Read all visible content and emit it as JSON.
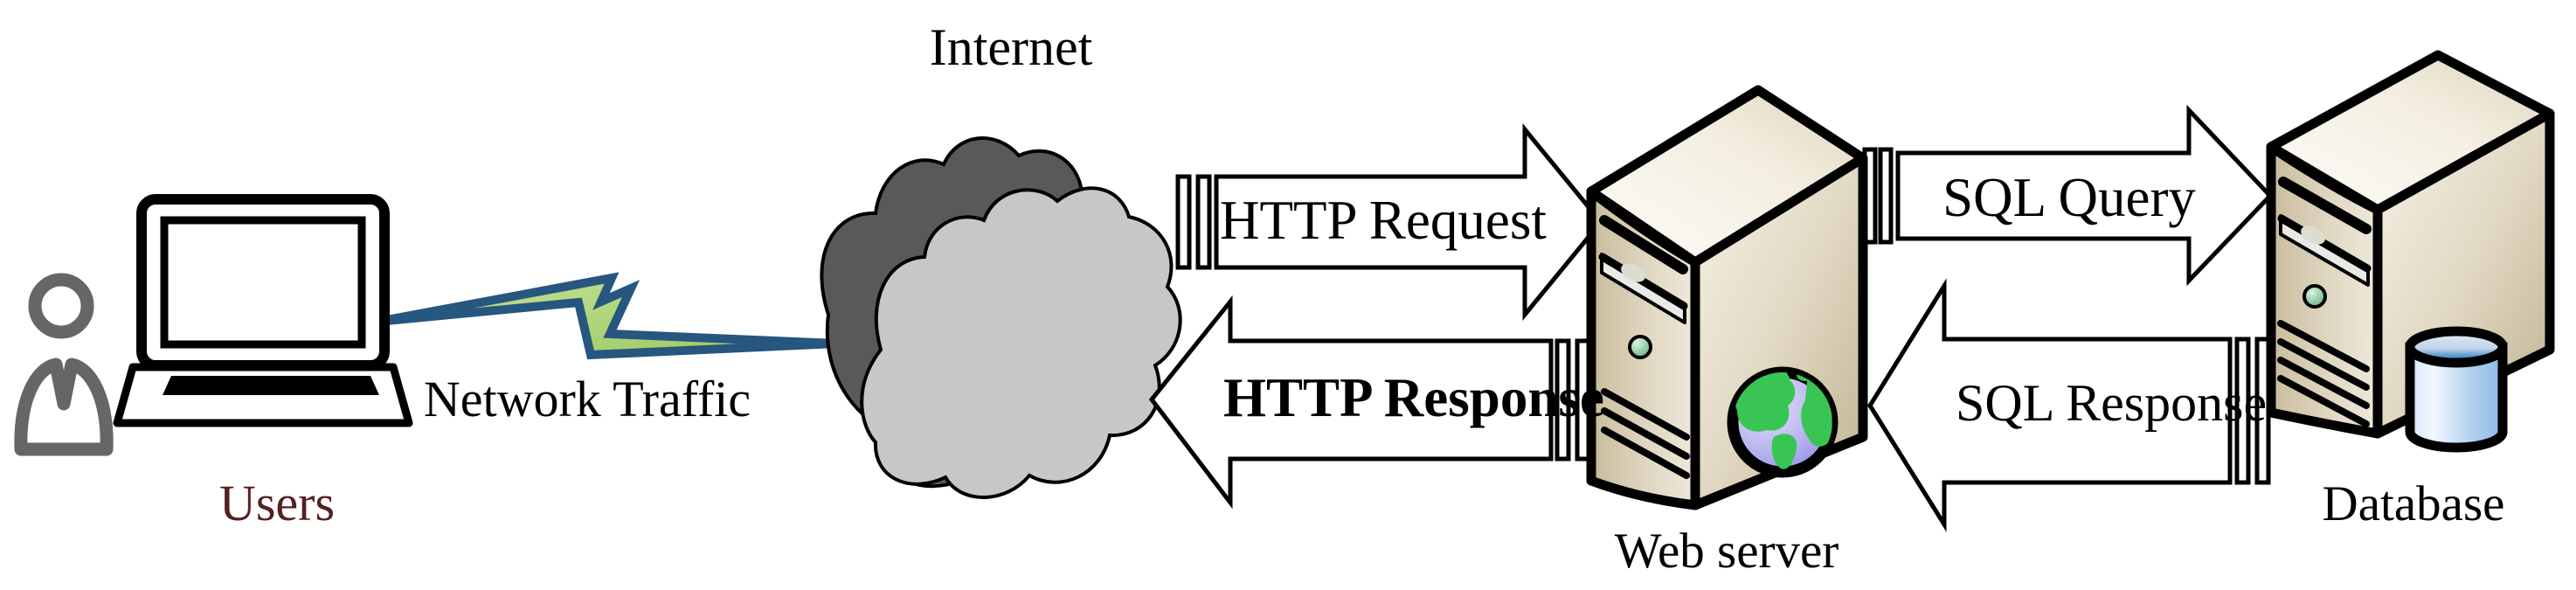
{
  "diagram_title": "Web application network traffic diagram",
  "nodes": {
    "users": {
      "label": "Users",
      "icon": "person-and-laptop-icon"
    },
    "internet": {
      "label": "Internet",
      "icon": "cloud-icon"
    },
    "web_server": {
      "label": "Web server",
      "icon": "server-tower-globe-icon"
    },
    "database": {
      "label": "Database",
      "icon": "server-tower-cylinder-icon"
    }
  },
  "link": {
    "label": "Network Traffic",
    "icon": "lightning-bolt-icon"
  },
  "arrows": {
    "http_request": {
      "label": "HTTP Request",
      "direction": "right",
      "from": "internet",
      "to": "web_server"
    },
    "http_response": {
      "label": "HTTP Response",
      "direction": "left",
      "from": "web_server",
      "to": "internet"
    },
    "sql_query": {
      "label": "SQL Query",
      "direction": "right",
      "from": "web_server",
      "to": "database"
    },
    "sql_response": {
      "label": "SQL Response",
      "direction": "left",
      "from": "database",
      "to": "web_server"
    }
  },
  "colors": {
    "users_label": "#552020",
    "text": "#000000",
    "bolt_fill": "#a9d170",
    "bolt_stroke": "#27567f",
    "cloud_back": "#58595b",
    "cloud_front": "#c6c7c9",
    "arrow_fill": "#ffffff",
    "arrow_stroke": "#000000",
    "tower_front": "#cdc1a4",
    "tower_side": "#c4b797",
    "tower_top": "#f7f3e8",
    "globe_ocean": "#8585e8",
    "globe_land": "#38c554",
    "led_green": "#58a87a",
    "cylinder_blue": "#4f94d0",
    "person_gray": "#666666"
  }
}
